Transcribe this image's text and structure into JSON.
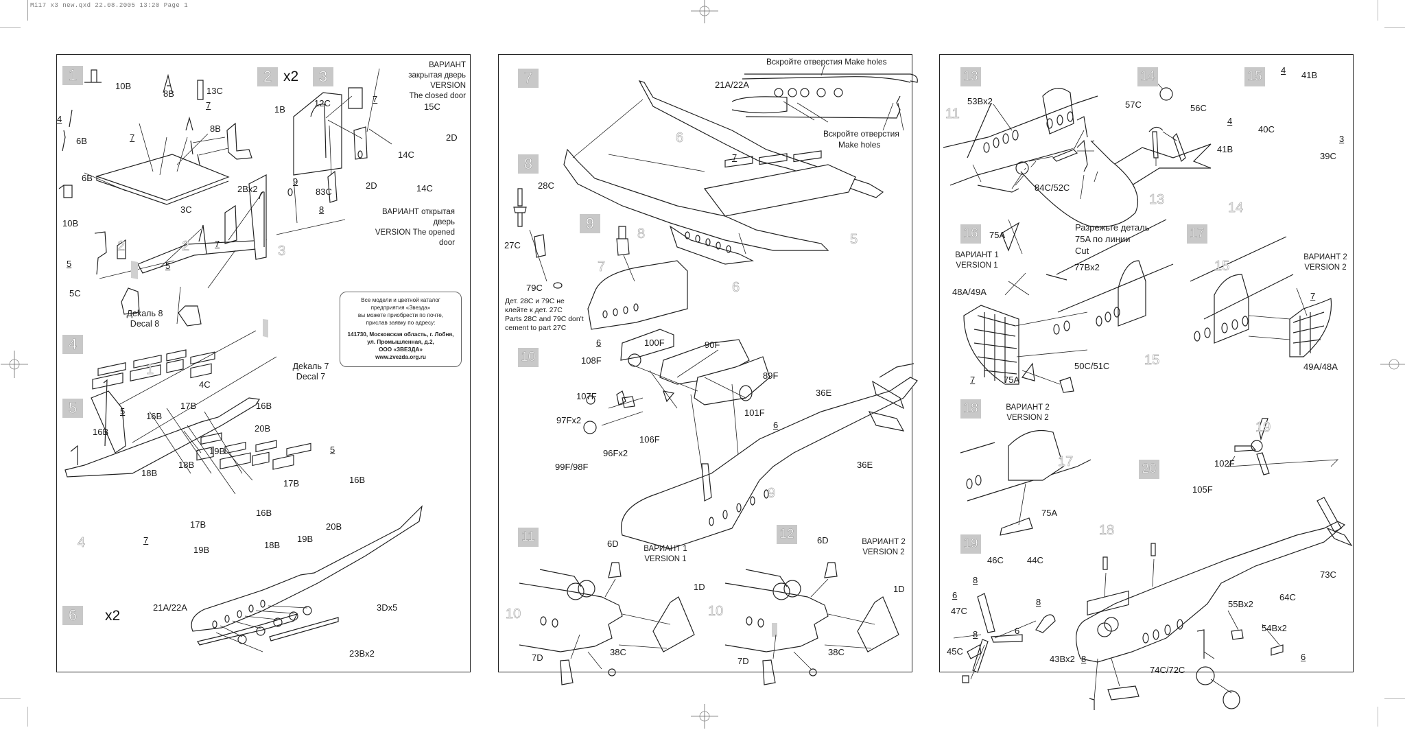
{
  "slug": "Mi17 x3 new.qxd  22.08.2005  13:20  Page 1",
  "panels": {
    "left": {
      "steps": [
        "1",
        "2",
        "3",
        "4",
        "5",
        "6"
      ],
      "step2_mult": "x2",
      "step6_mult": "x2",
      "labels": {
        "p10B_a": "10B",
        "p8B_a": "8B",
        "p13C": "13C",
        "p4_a": "4",
        "p7_a": "7",
        "p8B_b": "8B",
        "p6B_a": "6B",
        "p7_b": "7",
        "p6B_b": "6B",
        "p10B_b": "10B",
        "p3C": "3C",
        "p1B": "1B",
        "p2Bx2": "2Bx2",
        "p9": "9",
        "p12C": "12C",
        "p7_c": "7",
        "p15C": "15C",
        "p2D_a": "2D",
        "p14C_a": "14C",
        "p2D_b": "2D",
        "p14C_b": "14C",
        "p83C": "83C",
        "p8_a": "8",
        "p5_a": "5",
        "p5_b": "5",
        "p7_d": "7",
        "p5C": "5C",
        "p4C": "4C",
        "p16B_a": "16B",
        "p5_c": "5",
        "p16B_b": "16B",
        "p17B_a": "17B",
        "p16B_c": "16B",
        "p20B_a": "20B",
        "p18B_a": "18B",
        "p18B_b": "18B",
        "p19B_a": "19B",
        "p5_d": "5",
        "p16B_d": "16B",
        "p17B_b": "17B",
        "p16B_e": "16B",
        "p17B_c": "17B",
        "p19B_b": "19B",
        "p18B_c": "18B",
        "p19B_c": "19B",
        "p20B_b": "20B",
        "p7_e": "7",
        "p21A22A": "21A/22A",
        "p3Dx5": "3Dx5",
        "p23Bx2": "23Bx2"
      },
      "ghosts": {
        "g2a": "2",
        "g2b": "2",
        "g3": "3",
        "g1": "1",
        "g4": "4"
      },
      "notes": {
        "closed_door": [
          "ВАРИАНТ",
          "закрытая дверь",
          "VERSION",
          "The closed door"
        ],
        "opened_door": [
          "ВАРИАНТ открытая дверь",
          "VERSION The opened door"
        ],
        "decal8": [
          "Деkaль 8",
          "Decal 8"
        ],
        "decal7": [
          "Деkaль 7",
          "Decal 7"
        ]
      },
      "infobox": {
        "lines": [
          "Все модели и цветной каталог",
          "предприятия «Звезда»",
          "вы можете приобрести по почте,",
          "прислав заявку по адресу:"
        ],
        "bold_lines": [
          "141730, Московская область, г. Лобня,",
          "ул. Промышленная, д.2,",
          "ООО «ЗВЕЗДА»",
          "www.zvezda.org.ru"
        ]
      }
    },
    "middle": {
      "steps": [
        "7",
        "8",
        "9",
        "10",
        "11",
        "12"
      ],
      "labels": {
        "make_holes_top": "Вскройте отверстия  Make holes",
        "p21A22A": "21A/22A",
        "make_holes_ru": "Вскройте отверстия",
        "make_holes_en": "Make holes",
        "p7_a": "7",
        "p28C": "28C",
        "p27C": "27C",
        "p79C": "79C",
        "p6_a": "6",
        "p100F": "100F",
        "p90F": "90F",
        "p108F": "108F",
        "p89F": "89F",
        "p107F": "107F",
        "p101F": "101F",
        "p6_b": "6",
        "p97Fx2": "97Fx2",
        "p106F": "106F",
        "p96Fx2": "96Fx2",
        "p99F98F": "99F/98F",
        "p36E_a": "36E",
        "p36E_b": "36E",
        "p6D_a": "6D",
        "p1D_a": "1D",
        "p7D_a": "7D",
        "p38C_a": "38C",
        "p6D_b": "6D",
        "p1D_b": "1D",
        "p7D_b": "7D",
        "p38C_b": "38C"
      },
      "ghosts": {
        "g6a": "6",
        "g5": "5",
        "g6b": "6",
        "g8": "8",
        "g7": "7",
        "g9": "9",
        "g10a": "10",
        "g10b": "10"
      },
      "notes": {
        "step8_note": [
          "Дет. 28C и 79C не",
          "клейте к дет. 27C",
          "Parts 28C and 79C don't",
          "cement to part 27C"
        ],
        "version1": [
          "ВАРИАНТ 1",
          "VERSION 1"
        ],
        "version2": [
          "ВАРИАНТ 2",
          "VERSION 2"
        ]
      }
    },
    "right": {
      "steps": [
        "13",
        "14",
        "15",
        "16",
        "17",
        "18",
        "19",
        "20"
      ],
      "labels": {
        "p53Bx2": "53Bx2",
        "p84C52C": "84C/52C",
        "p57C": "57C",
        "p56C": "56C",
        "p4_a": "4",
        "p41B_a": "41B",
        "p4_b": "4",
        "p40C": "40C",
        "p3": "3",
        "p41B_b": "41B",
        "p39C": "39C",
        "p75A_a": "75A",
        "p77Bx2": "77Bx2",
        "p48A49A": "48A/49A",
        "p7_a": "7",
        "p75A_b": "75A",
        "p50C51C": "50C/51C",
        "p7_b": "7",
        "p49A48A": "49A/48A",
        "p75A_c": "75A",
        "p102F": "102F",
        "p105F": "105F",
        "p73C": "73C",
        "p64C": "64C",
        "p46C": "46C",
        "p44C": "44C",
        "p8_a": "8",
        "p6_a": "6",
        "p8_b": "8",
        "p47C": "47C",
        "p8_c": "8",
        "p6_b": "6",
        "p45C": "45C",
        "p55Bx2": "55Bx2",
        "p54Bx2": "54Bx2",
        "p6_c": "6",
        "p74C72C": "74C/72C",
        "p43Bx2": "43Bx2",
        "p8_d": "8"
      },
      "ghosts": {
        "g11": "11",
        "g13": "13",
        "g14": "14",
        "g15a": "15",
        "g15b": "15",
        "g17": "17",
        "g19": "19",
        "g18": "18"
      },
      "notes": {
        "cut_note": [
          "Разрежьте деталь",
          "75A по линии",
          "Cut"
        ],
        "version1": [
          "ВАРИАНТ 1",
          "VERSION 1"
        ],
        "version2_17": [
          "ВАРИАНТ 2",
          "VERSION 2"
        ],
        "version2_18": [
          "ВАРИАНТ 2",
          "VERSION 2"
        ]
      }
    }
  }
}
